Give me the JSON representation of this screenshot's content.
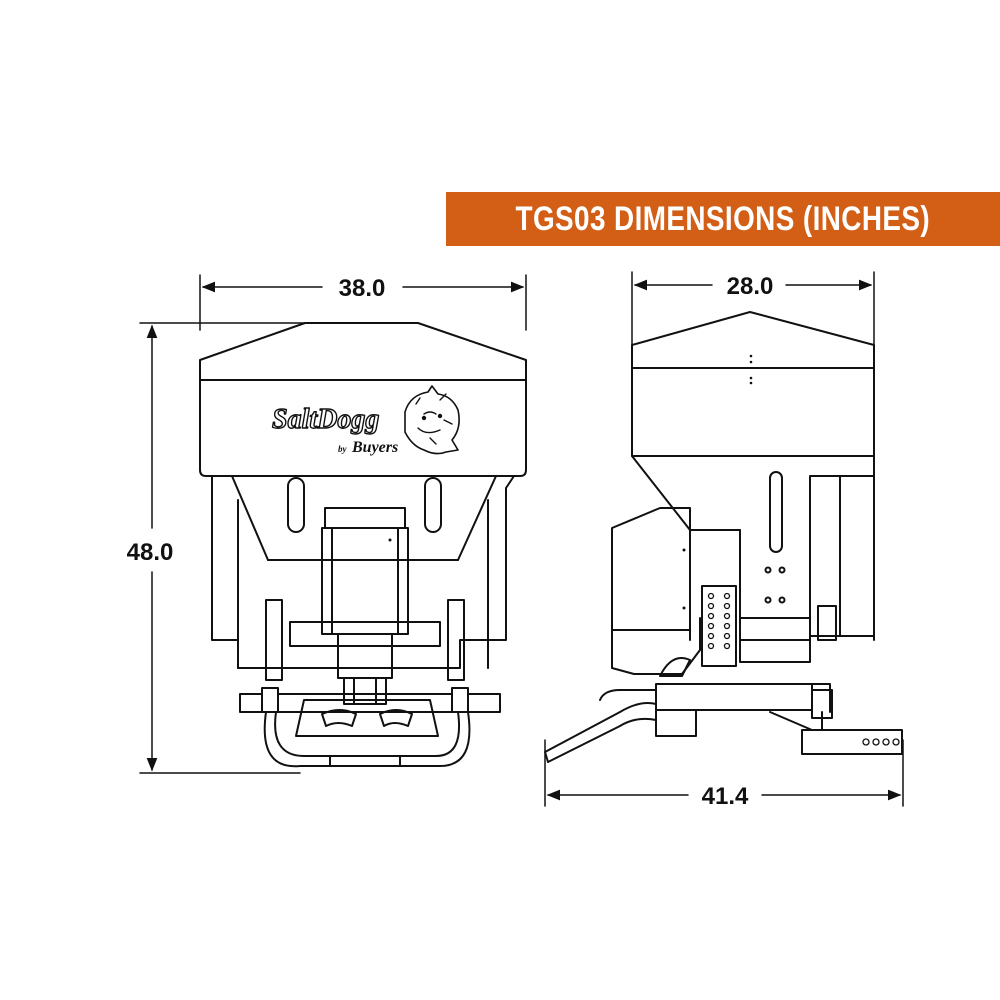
{
  "banner": {
    "title": "TGS03 DIMENSIONS (INCHES)",
    "color": "#d35f16"
  },
  "dimensions": {
    "front_width": "38.0",
    "front_height": "48.0",
    "side_width": "28.0",
    "side_length": "41.4"
  },
  "logo": {
    "brand": "SaltDogg",
    "by": "by",
    "maker": "Buyers"
  }
}
